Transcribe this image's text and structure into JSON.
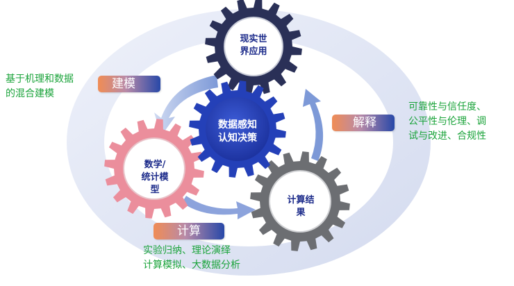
{
  "gears": {
    "top": {
      "label": "现实世\n界应用",
      "color": "#2a3057"
    },
    "center": {
      "label": "数据感知\n认知决策",
      "color": "#2440b8"
    },
    "left": {
      "label": "数学/\n统计模\n型",
      "color": "#eb8e9c"
    },
    "right": {
      "label": "计算结\n果",
      "color": "#6c6e72"
    }
  },
  "tags": {
    "model": "建模",
    "explain": "解释",
    "compute": "计算"
  },
  "notes": {
    "model": "基于机理和数据\n的混合建模",
    "explain": "可靠性与信任度、\n公平性与伦理、调\n试与改进、合规性",
    "compute": "实验归纳、理论演绎\n计算模拟、大数据分析"
  },
  "colors": {
    "ring": "#dfe4f4",
    "arrow": "#7d98d6",
    "tag_gradient": [
      "#f08c55",
      "#b88aa8",
      "#2848a8"
    ],
    "note_text": "#1aa33a"
  }
}
